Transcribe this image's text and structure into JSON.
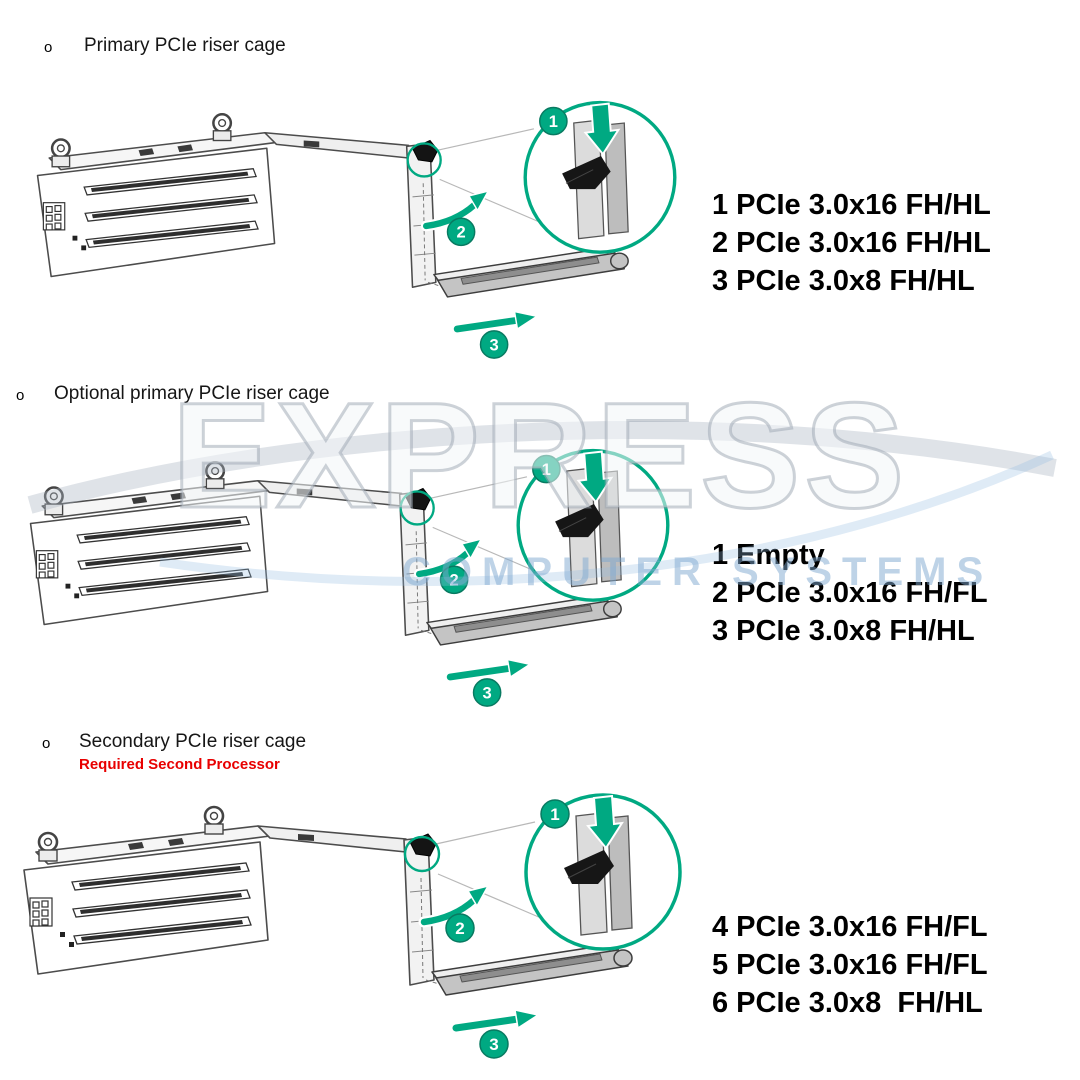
{
  "colors": {
    "accent_teal": "#00A982",
    "warning_red": "#E80000"
  },
  "watermark": {
    "line1": "EXPRESS",
    "line2": "COMPUTER SYSTEMS"
  },
  "diagram": {
    "callouts": [
      "1",
      "2",
      "3"
    ]
  },
  "sections": [
    {
      "bullet": "o",
      "title": "Primary PCIe riser cage",
      "slots": [
        "1 PCIe 3.0x16 FH/HL",
        "2 PCIe 3.0x16 FH/HL",
        "3 PCIe 3.0x8 FH/HL"
      ]
    },
    {
      "bullet": "o",
      "title": "Optional primary PCIe riser cage",
      "slots": [
        "1 Empty",
        "2 PCIe 3.0x16 FH/FL",
        "3 PCIe 3.0x8 FH/HL"
      ]
    },
    {
      "bullet": "o",
      "title": "Secondary PCIe riser cage",
      "subtitle": "Required Second Processor",
      "slots": [
        "4 PCIe 3.0x16 FH/FL",
        "5 PCIe 3.0x16 FH/FL",
        "6 PCIe 3.0x8  FH/HL"
      ]
    }
  ]
}
